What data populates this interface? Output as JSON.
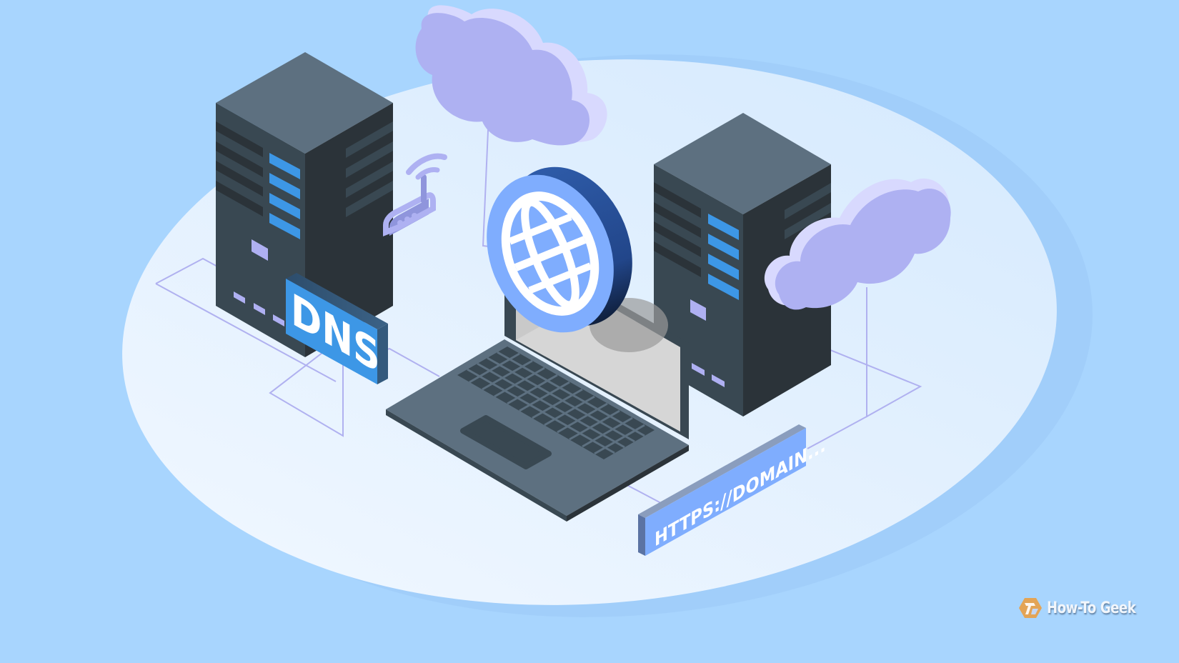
{
  "scene": {
    "title": "DNS network illustration",
    "background_color": "#a8d5fe",
    "platform_color": "#e4f1fe",
    "connector_color": "#b0b1f0"
  },
  "labels": {
    "dns_sign": "DNS",
    "url_bar": "HTTPS://DOMAIN..."
  },
  "objects": {
    "left_server": "server-tower",
    "right_server": "server-tower",
    "laptop": "laptop",
    "globe": "globe-icon",
    "router": "wifi-router-icon",
    "cloud_top": "cloud",
    "cloud_right": "cloud"
  },
  "colors": {
    "server_top": "#5d7080",
    "server_front": "#394852",
    "server_side": "#2b3339",
    "vent_blue": "#3d97e6",
    "indicator_lavender": "#afb0f2",
    "dns_blue": "#3d97e6",
    "globe_blue": "#7fadfe",
    "globe_dark": "#2953a8",
    "cloud_face": "#aeb1f2",
    "cloud_edge": "#d8d9fe",
    "url_bar": "#7fadfe"
  },
  "brand": {
    "name": "How-To Geek",
    "logo_icon": "htg-logo-icon"
  }
}
